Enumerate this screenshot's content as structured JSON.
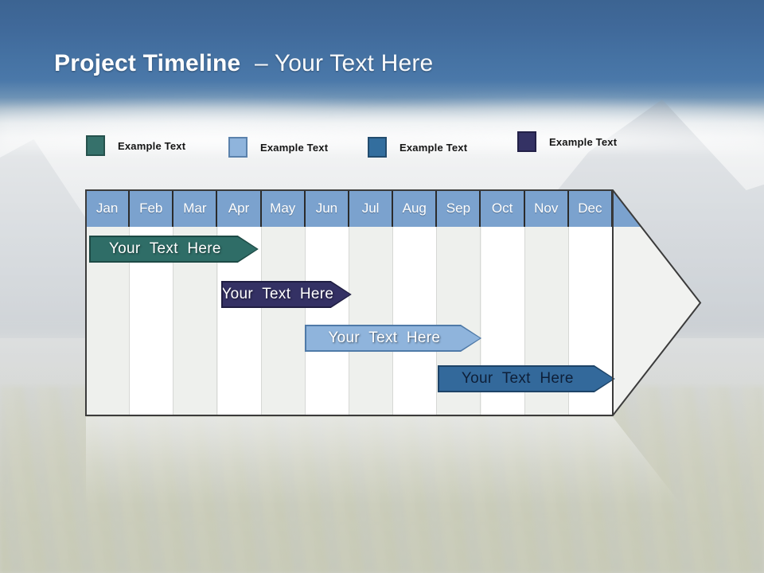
{
  "title": {
    "bold": "Project Timeline",
    "regular": "– Your Text Here"
  },
  "legend": {
    "items": [
      {
        "label": "Example Text",
        "color": "#36716B",
        "border": "#26524D"
      },
      {
        "label": "Example Text",
        "color": "#8FB4DC",
        "border": "#5B82AC"
      },
      {
        "label": "Example Text",
        "color": "#336E9E",
        "border": "#234C6E"
      },
      {
        "label": "Example Text",
        "color": "#343264",
        "border": "#232148"
      }
    ]
  },
  "chart_data": {
    "type": "timeline",
    "title": "Project Timeline – Your Text Here",
    "shape": "right-arrow",
    "months": [
      "Jan",
      "Feb",
      "Mar",
      "Apr",
      "May",
      "Jun",
      "Jul",
      "Aug",
      "Sep",
      "Oct",
      "Nov",
      "Dec"
    ],
    "header_color": "#7BA2CE",
    "column_colors": [
      "#EEF0ED",
      "#FFFFFF"
    ],
    "outline_color": "#3B3B3B",
    "body_fill": "#F1F2F0",
    "bars": [
      {
        "label": "Your Text Here",
        "row": 1,
        "start_month": "Jan",
        "end_month": "Apr",
        "start": 0.07,
        "end": 3.93,
        "fill": "#2F6D67",
        "border": "#1D4A45",
        "text_color": "#FFFFFF"
      },
      {
        "label": "Your Text Here",
        "row": 2,
        "start_month": "Apr",
        "end_month": "Jun",
        "start": 3.08,
        "end": 6.05,
        "fill": "#343164",
        "border": "#201E42",
        "text_color": "#FFFFFF"
      },
      {
        "label": "Your Text Here",
        "row": 3,
        "start_month": "Jun",
        "end_month": "Sep",
        "start": 4.98,
        "end": 9.01,
        "fill": "#8FB4DC",
        "border": "#4F7AA8",
        "text_color": "#FFFFFF"
      },
      {
        "label": "Your Text Here",
        "row": 4,
        "start_month": "Sep",
        "end_month": "Dec",
        "start": 8.01,
        "end": 12.05,
        "fill": "#33699B",
        "border": "#1D4367",
        "text_color": "#0E1F38"
      }
    ]
  }
}
